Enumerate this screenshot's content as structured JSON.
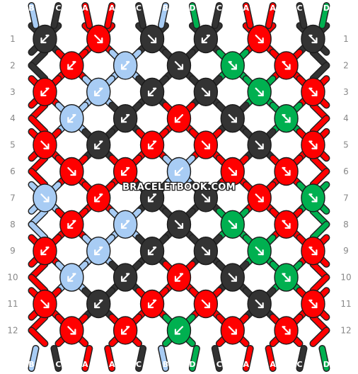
{
  "colors": {
    "A": "#ff0000",
    "B": "#a8ccf4",
    "C": "#333333",
    "D": "#00b050"
  },
  "top_strings": [
    "B",
    "C",
    "A",
    "A",
    "C",
    "B",
    "D",
    "C",
    "A",
    "A",
    "C",
    "D"
  ],
  "bottom_strings": [
    "B",
    "C",
    "A",
    "A",
    "C",
    "B",
    "D",
    "C",
    "A",
    "A",
    "C",
    "D"
  ],
  "row_labels": [
    "1",
    "2",
    "3",
    "4",
    "5",
    "6",
    "7",
    "8",
    "9",
    "10",
    "11",
    "12"
  ],
  "watermark": "BRACELETBOOK.COM",
  "knots": [
    [
      [
        "C",
        "bf"
      ],
      [
        "A",
        "f"
      ],
      [
        "C",
        "f"
      ],
      [
        "C",
        "bf"
      ],
      [
        "A",
        "f"
      ],
      [
        "C",
        "fb"
      ]
    ],
    [
      [
        "A",
        "bf"
      ],
      [
        "B",
        "bf"
      ],
      [
        "C",
        "f"
      ],
      [
        "D",
        "fb"
      ],
      [
        "A",
        "fb"
      ]
    ],
    [
      [
        "A",
        "bf"
      ],
      [
        "B",
        "bf"
      ],
      [
        "C",
        "bf"
      ],
      [
        "C",
        "f"
      ],
      [
        "D",
        "f"
      ],
      [
        "A",
        "fb"
      ]
    ],
    [
      [
        "B",
        "bf"
      ],
      [
        "C",
        "bf"
      ],
      [
        "A",
        "b"
      ],
      [
        "C",
        "f"
      ],
      [
        "D",
        "fb"
      ]
    ],
    [
      [
        "A",
        "f"
      ],
      [
        "C",
        "bf"
      ],
      [
        "A",
        "bf"
      ],
      [
        "A",
        "f"
      ],
      [
        "C",
        "f"
      ],
      [
        "A",
        "fb"
      ]
    ],
    [
      [
        "A",
        "f"
      ],
      [
        "A",
        "bf"
      ],
      [
        "B",
        "b"
      ],
      [
        "A",
        "f"
      ],
      [
        "A",
        "fb"
      ]
    ],
    [
      [
        "B",
        "f"
      ],
      [
        "A",
        "bf"
      ],
      [
        "C",
        "bf"
      ],
      [
        "C",
        "f"
      ],
      [
        "A",
        "f"
      ],
      [
        "D",
        "fb"
      ]
    ],
    [
      [
        "A",
        "bf"
      ],
      [
        "B",
        "bf"
      ],
      [
        "C",
        "f"
      ],
      [
        "D",
        "f"
      ],
      [
        "A",
        "fb"
      ]
    ],
    [
      [
        "A",
        "bf"
      ],
      [
        "B",
        "bf"
      ],
      [
        "C",
        "bf"
      ],
      [
        "C",
        "f"
      ],
      [
        "D",
        "f"
      ],
      [
        "A",
        "fb"
      ]
    ],
    [
      [
        "B",
        "bf"
      ],
      [
        "C",
        "bf"
      ],
      [
        "A",
        "bf"
      ],
      [
        "C",
        "f"
      ],
      [
        "D",
        "fb"
      ]
    ],
    [
      [
        "A",
        "f"
      ],
      [
        "C",
        "bf"
      ],
      [
        "A",
        "bf"
      ],
      [
        "A",
        "f"
      ],
      [
        "C",
        "f"
      ],
      [
        "A",
        "fb"
      ]
    ],
    [
      [
        "A",
        "f"
      ],
      [
        "A",
        "bf"
      ],
      [
        "D",
        "b"
      ],
      [
        "A",
        "f"
      ],
      [
        "A",
        "fb"
      ]
    ]
  ]
}
